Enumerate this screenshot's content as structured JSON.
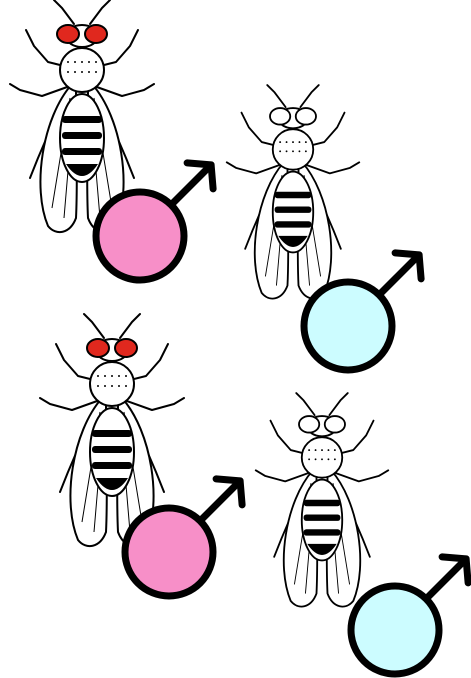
{
  "figure": {
    "background": "#ffffff",
    "line_color": "#000000",
    "panels": [
      {
        "id": "fly-1",
        "eye_color": "#e0281e",
        "eyes_shaded": true,
        "symbol": "male",
        "symbol_fill": "#f78fc8",
        "row": 1,
        "column": 1
      },
      {
        "id": "fly-2",
        "eye_color": "#ffffff",
        "eyes_shaded": false,
        "symbol": "male",
        "symbol_fill": "#ccfcff",
        "row": 1,
        "column": 2
      },
      {
        "id": "fly-3",
        "eye_color": "#e0281e",
        "eyes_shaded": true,
        "symbol": "male",
        "symbol_fill": "#f78fc8",
        "row": 2,
        "column": 1
      },
      {
        "id": "fly-4",
        "eye_color": "#ffffff",
        "eyes_shaded": false,
        "symbol": "male",
        "symbol_fill": "#ccfcff",
        "row": 2,
        "column": 2
      }
    ]
  }
}
